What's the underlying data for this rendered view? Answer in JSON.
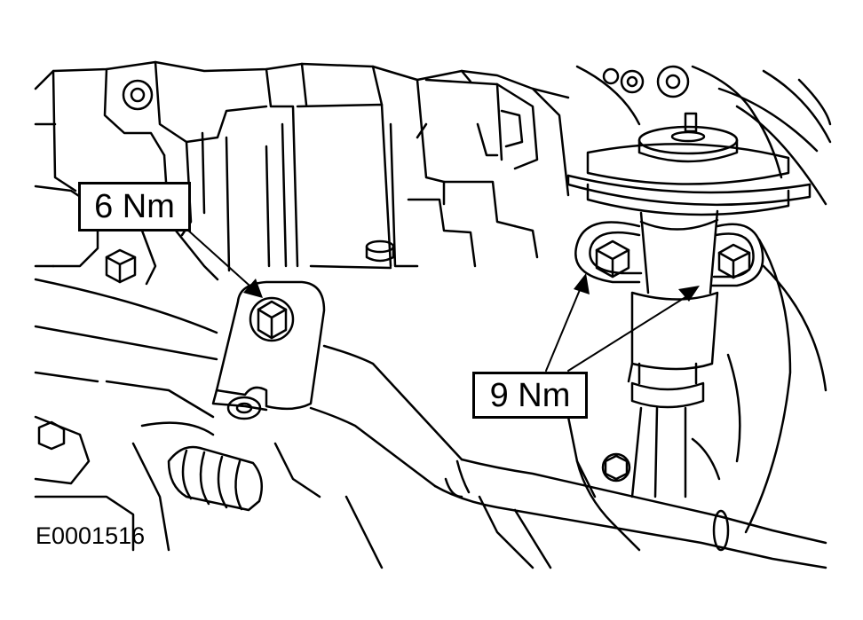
{
  "callouts": {
    "left_torque": "6 Nm",
    "right_torque": "9 Nm"
  },
  "figure_id": "E0001516",
  "colors": {
    "ink": "#000000",
    "paper": "#ffffff",
    "shade": "#d9d9d9"
  }
}
